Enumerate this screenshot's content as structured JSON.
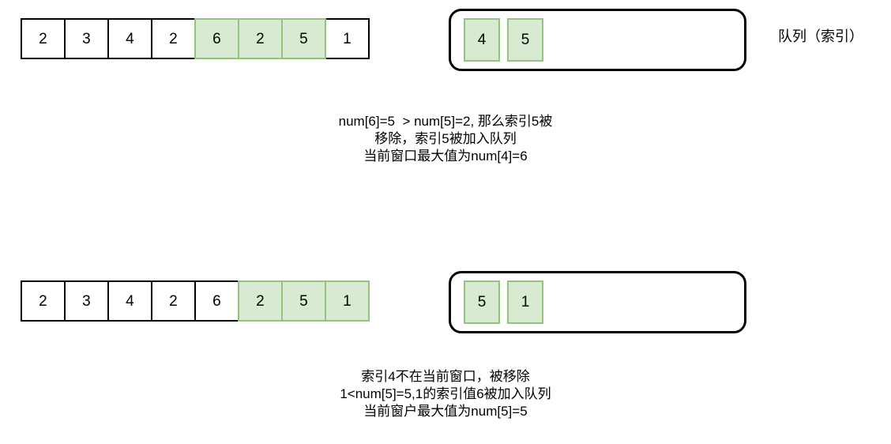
{
  "steps": [
    {
      "name": "step-1",
      "array": {
        "cells": [
          {
            "value": "2",
            "highlighted": false
          },
          {
            "value": "3",
            "highlighted": false
          },
          {
            "value": "4",
            "highlighted": false
          },
          {
            "value": "2",
            "highlighted": false
          },
          {
            "value": "6",
            "highlighted": true
          },
          {
            "value": "2",
            "highlighted": true
          },
          {
            "value": "5",
            "highlighted": true
          },
          {
            "value": "1",
            "highlighted": false
          }
        ]
      },
      "queue": {
        "cells": [
          {
            "value": "4"
          },
          {
            "value": "5"
          }
        ],
        "label": "队列（索引）"
      },
      "caption": {
        "lines": [
          "num[6]=5  > num[5]=2, 那么索引5被",
          "移除，索引5被加入队列",
          "当前窗口最大值为num[4]=6"
        ]
      }
    },
    {
      "name": "step-2",
      "array": {
        "cells": [
          {
            "value": "2",
            "highlighted": false
          },
          {
            "value": "3",
            "highlighted": false
          },
          {
            "value": "4",
            "highlighted": false
          },
          {
            "value": "2",
            "highlighted": false
          },
          {
            "value": "6",
            "highlighted": false
          },
          {
            "value": "2",
            "highlighted": true
          },
          {
            "value": "5",
            "highlighted": true
          },
          {
            "value": "1",
            "highlighted": true
          }
        ]
      },
      "queue": {
        "cells": [
          {
            "value": "5"
          },
          {
            "value": "1"
          }
        ],
        "label": ""
      },
      "caption": {
        "lines": [
          "索引4不在当前窗口，被移除",
          "1<num[5]=5,1的索引值6被加入队列",
          "当前窗户最大值为num[5]=5"
        ]
      }
    }
  ],
  "colors": {
    "highlight_fill": "#d9ead3",
    "highlight_border": "#93c47d",
    "cell_border": "#000000",
    "text": "#000000",
    "background": "#ffffff"
  }
}
